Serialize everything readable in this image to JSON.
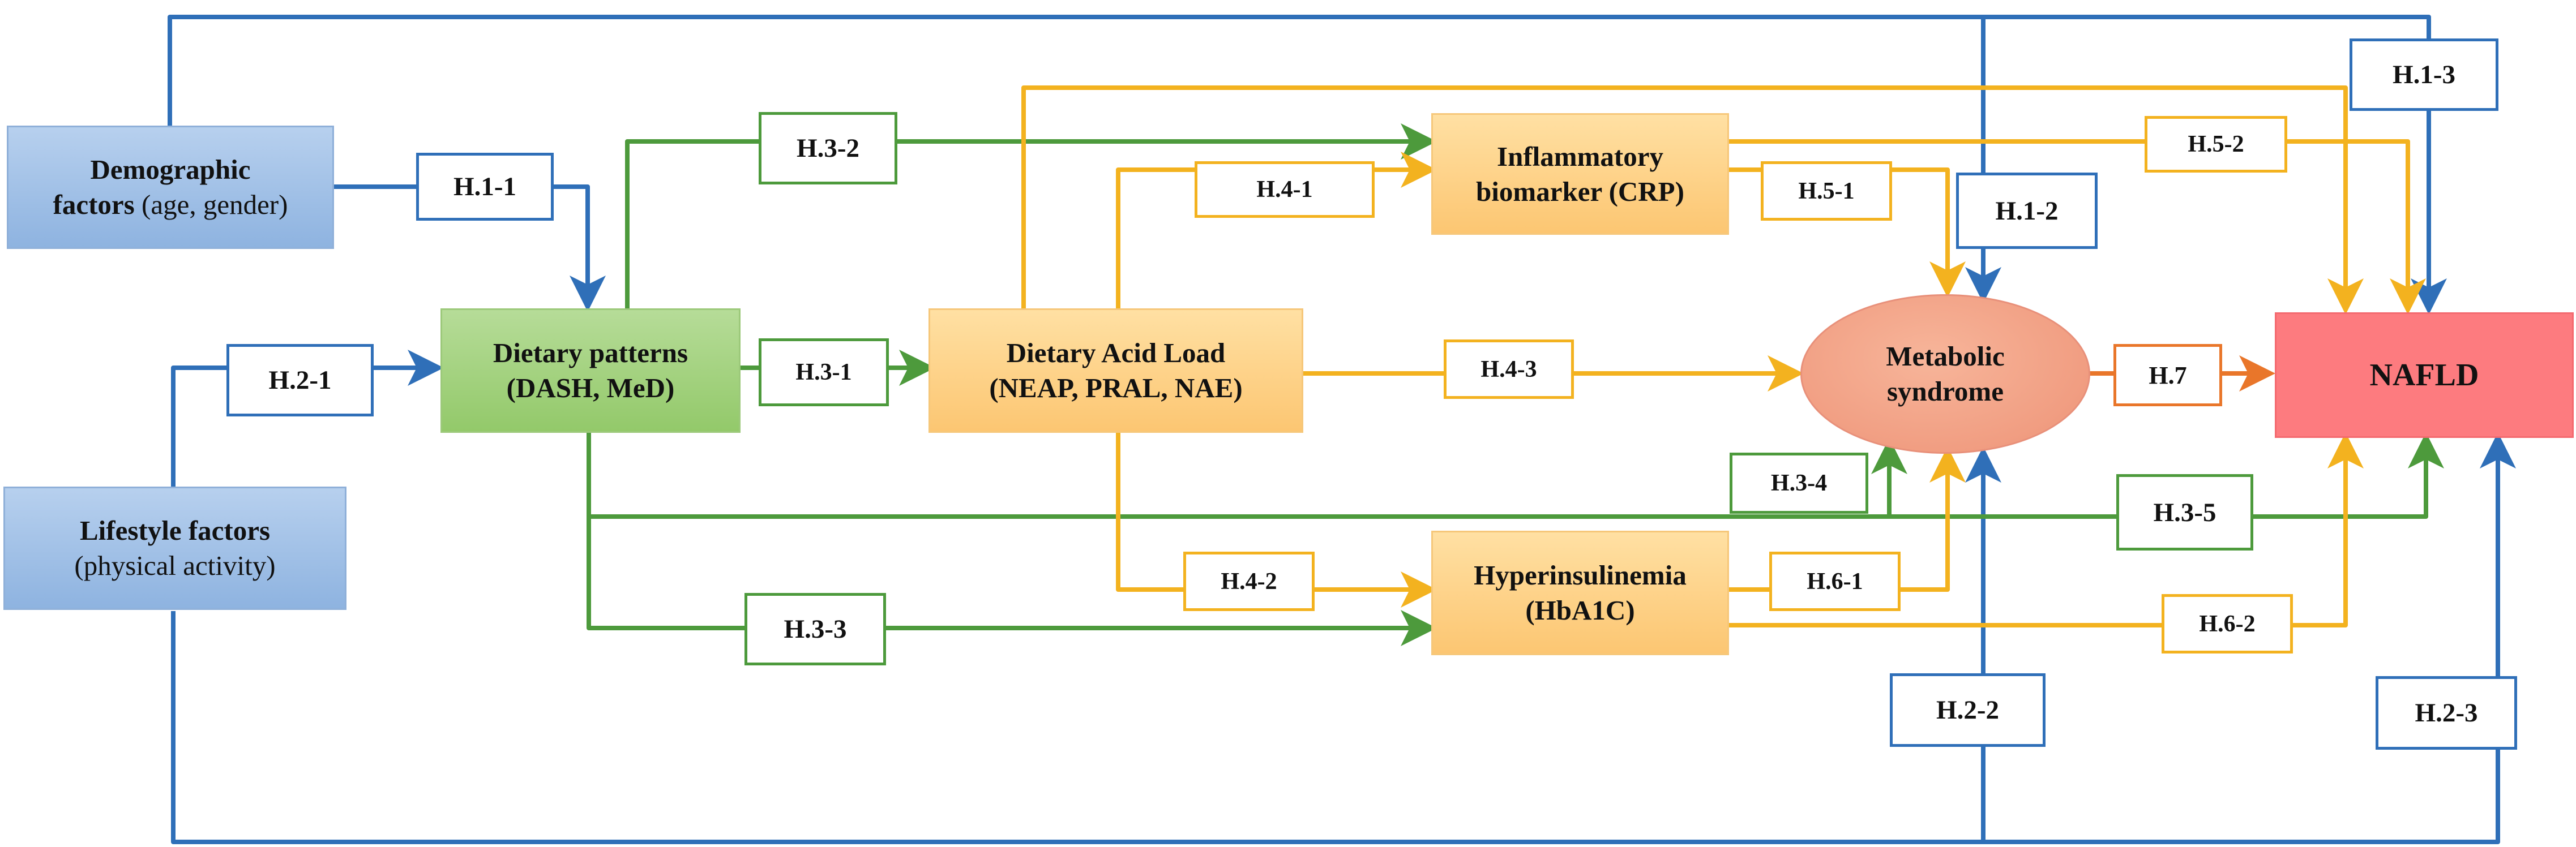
{
  "nodes": {
    "demographic": {
      "line1": "Demographic",
      "line2_bold": "factors",
      "line2_rest": " (age, gender)"
    },
    "lifestyle": {
      "line1": "Lifestyle factors",
      "line2": "(physical activity)"
    },
    "dietary_patterns": {
      "line1": "Dietary patterns",
      "line2": "(DASH, MeD)"
    },
    "dietary_acid_load": {
      "line1": "Dietary Acid Load",
      "line2": "(NEAP, PRAL, NAE)"
    },
    "inflammatory": {
      "line1": "Inflammatory",
      "line2": "biomarker (CRP)"
    },
    "hyperinsulinemia": {
      "line1": "Hyperinsulinemia",
      "line2": "(HbA1C)"
    },
    "metabolic": {
      "line1": "Metabolic",
      "line2": "syndrome"
    },
    "nafld": {
      "label": "NAFLD"
    }
  },
  "hypotheses": {
    "h1_1": "H.1-1",
    "h1_2": "H.1-2",
    "h1_3": "H.1-3",
    "h2_1": "H.2-1",
    "h2_2": "H.2-2",
    "h2_3": "H.2-3",
    "h3_1": "H.3-1",
    "h3_2": "H.3-2",
    "h3_3": "H.3-3",
    "h3_4": "H.3-4",
    "h3_5": "H.3-5",
    "h4_1": "H.4-1",
    "h4_2": "H.4-2",
    "h4_3": "H.4-3",
    "h5_1": "H.5-1",
    "h5_2": "H.5-2",
    "h6_1": "H.6-1",
    "h6_2": "H.6-2",
    "h7": "H.7"
  },
  "colors": {
    "blue_path": "#2f6fb8",
    "green_path": "#4d9a3c",
    "orange_path": "#f3b21f",
    "red_path": "#e9762a"
  }
}
